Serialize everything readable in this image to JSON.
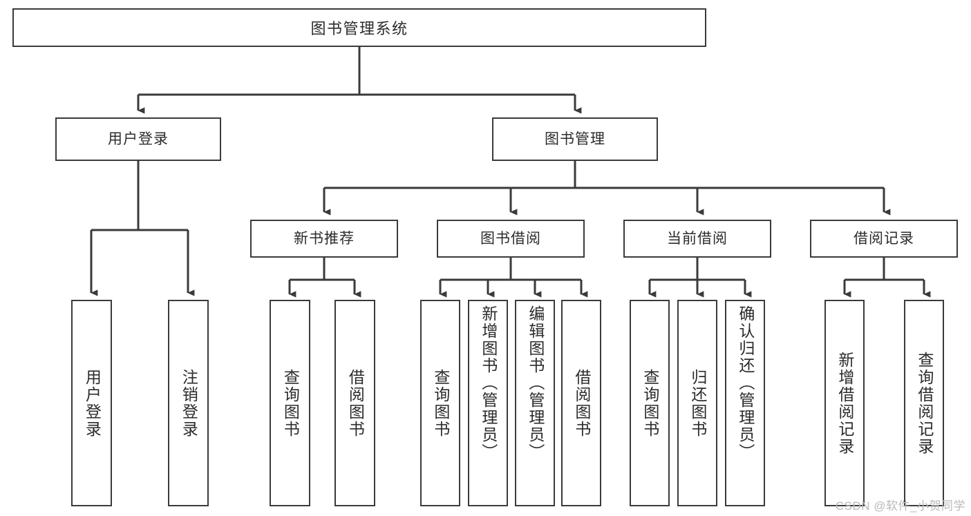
{
  "diagram": {
    "type": "tree",
    "title": "图书管理系统",
    "orientation": "top-down",
    "colors": {
      "box_border": "#3a3a3a",
      "box_fill": "#ffffff",
      "edge": "#3a3a3a",
      "text": "#2b2b2b",
      "watermark": "#b9b9b9",
      "background": "#ffffff"
    },
    "root": {
      "label": "图书管理系统"
    },
    "level1": [
      {
        "label": "用户登录"
      },
      {
        "label": "图书管理"
      }
    ],
    "level2": [
      {
        "label": "新书推荐"
      },
      {
        "label": "图书借阅"
      },
      {
        "label": "当前借阅"
      },
      {
        "label": "借阅记录"
      }
    ],
    "leaves": {
      "user_login": [
        {
          "label": "用户登录"
        },
        {
          "label": "注销登录"
        }
      ],
      "new_book_recommend": [
        {
          "label": "查询图书"
        },
        {
          "label": "借阅图书"
        }
      ],
      "book_borrow": [
        {
          "label": "查询图书"
        },
        {
          "label": "新增图书（管理员）"
        },
        {
          "label": "编辑图书（管理员）"
        },
        {
          "label": "借阅图书"
        }
      ],
      "current_borrow": [
        {
          "label": "查询图书"
        },
        {
          "label": "归还图书"
        },
        {
          "label": "确认归还（管理员）"
        }
      ],
      "borrow_record": [
        {
          "label": "新增借阅记录"
        },
        {
          "label": "查询借阅记录"
        }
      ]
    }
  },
  "watermark": {
    "text": "CSDN @软件_小贺同学"
  }
}
